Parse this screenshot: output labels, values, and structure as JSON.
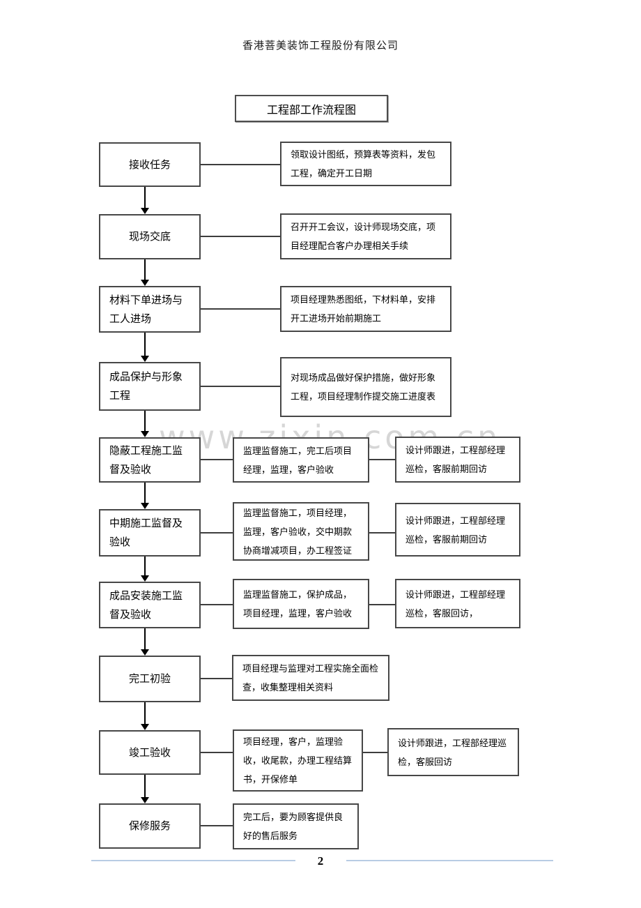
{
  "page": {
    "company_name": "香港菩美装饰工程股份有限公司",
    "page_number": "2",
    "watermark": "www.zixin.com.cn"
  },
  "colors": {
    "border": "#474747",
    "footer_accent_line": "#b8cce4",
    "watermark_gray": "#d6d6d6"
  },
  "diagram": {
    "title": "工程部工作流程图",
    "rows": [
      {
        "step": "接收任务",
        "detail": "领取设计图纸，预算表等资料，发包工程，确定开工日期",
        "side": ""
      },
      {
        "step": "现场交底",
        "detail": "召开开工会议，设计师现场交底，项目经理配合客户办理相关手续",
        "side": ""
      },
      {
        "step": "材料下单进场与工人进场",
        "detail": "项目经理熟悉图纸，下材料单，安排开工进场开始前期施工",
        "side": ""
      },
      {
        "step": "成品保护与形象工程",
        "detail": "对现场成品做好保护措施，做好形象工程，项目经理制作提交施工进度表",
        "side": ""
      },
      {
        "step": "隐蔽工程施工监督及验收",
        "detail": "监理监督施工，完工后项目经理，监理，客户验收",
        "side": "设计师跟进，工程部经理巡检，客服前期回访"
      },
      {
        "step": "中期施工监督及验收",
        "detail": "监理监督施工，项目经理，监理，客户验收，交中期款协商增减项目，办工程签证",
        "side": "设计师跟进，工程部经理巡检，客服前期回访"
      },
      {
        "step": "成品安装施工监督及验收",
        "detail": "监理监督施工，保护成品，项目经理，监理，客户验收",
        "side": "设计师跟进，工程部经理巡检，客服回访，"
      },
      {
        "step": "完工初验",
        "detail": "项目经理与监理对工程实施全面检查，收集整理相关资料",
        "side": ""
      },
      {
        "step": "竣工验收",
        "detail": "项目经理，客户，监理验收，收尾款，办理工程结算书，开保修单",
        "side": "设计师跟进，工程部经理巡检，客服回访"
      },
      {
        "step": "保修服务",
        "detail": "完工后，要为顾客提供良好的售后服务",
        "side": ""
      }
    ]
  }
}
